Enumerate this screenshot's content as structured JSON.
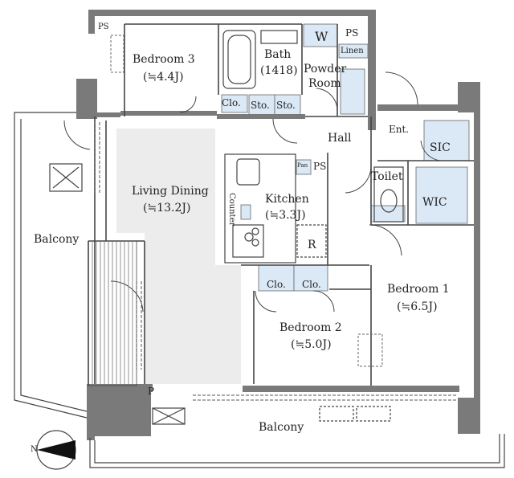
{
  "rooms": {
    "bedroom3": {
      "name": "Bedroom 3",
      "size": "(≒4.4J)"
    },
    "bath": {
      "name": "Bath",
      "size": "(1418)"
    },
    "powder_room": {
      "name": "Powder",
      "name2": "Room"
    },
    "washer": "W",
    "ps_top": "PS",
    "linen": "Linen",
    "clo_b3": "Clo.",
    "sto1": "Sto.",
    "sto2": "Sto.",
    "hall": "Hall",
    "entrance": "Ent.",
    "sic": "SIC",
    "toilet": "Toilet",
    "wic": "WIC",
    "living": {
      "name": "Living Dining",
      "size": "(≒13.2J)"
    },
    "kitchen": {
      "name": "Kitchen",
      "size": "(≒3.3J)"
    },
    "counter": "Counter",
    "pan": "Pan",
    "ps_kitchen": "PS",
    "fridge": "R",
    "ps_bed3": "PS",
    "balcony_left": "Balcony",
    "balcony_bottom": "Balcony",
    "bedroom2": {
      "name": "Bedroom 2",
      "size": "(≒5.0J)"
    },
    "clo_b2a": "Clo.",
    "clo_b2b": "Clo.",
    "bedroom1": {
      "name": "Bedroom 1",
      "size": "(≒6.5J)"
    },
    "pipe": "P",
    "north": "N"
  },
  "colors": {
    "wall": "#7a7a7a",
    "living_floor": "#ececec",
    "storage_fill": "#dbe8f5",
    "line": "#444444"
  }
}
